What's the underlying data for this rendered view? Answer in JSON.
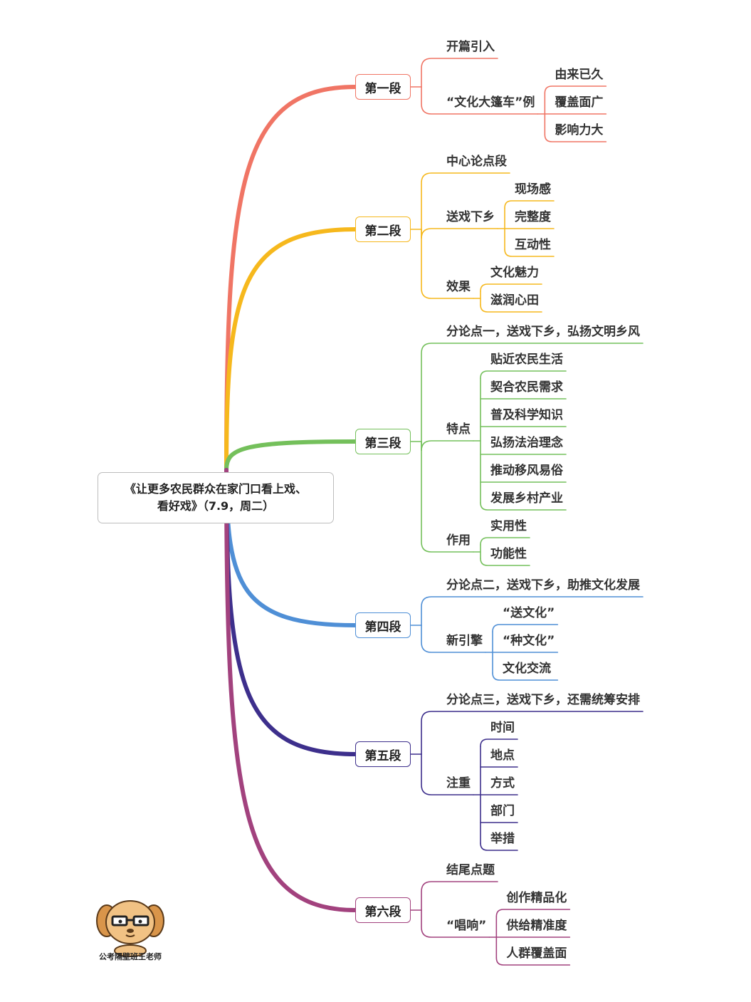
{
  "root": {
    "line1": "《让更多农民群众在家门口看上戏、",
    "line2": "看好戏》（7.9，周二）"
  },
  "author": "公考隔壁班王老师",
  "branches": [
    {
      "label": "第一段",
      "color": "#f07565",
      "children": [
        {
          "label": "开篇引入",
          "children": []
        },
        {
          "label": "“文化大篷车”例",
          "children": [
            "由来已久",
            "覆盖面广",
            "影响力大"
          ]
        }
      ]
    },
    {
      "label": "第二段",
      "color": "#f6b81d",
      "children": [
        {
          "label": "中心论点段",
          "children": []
        },
        {
          "label": "送戏下乡",
          "children": [
            "现场感",
            "完整度",
            "互动性"
          ]
        },
        {
          "label": "效果",
          "children": [
            "文化魅力",
            "滋润心田"
          ]
        }
      ]
    },
    {
      "label": "第三段",
      "color": "#74c05b",
      "children": [
        {
          "label": "分论点一，送戏下乡，弘扬文明乡风",
          "children": []
        },
        {
          "label": "特点",
          "children": [
            "贴近农民生活",
            "契合农民需求",
            "普及科学知识",
            "弘扬法治理念",
            "推动移风易俗",
            "发展乡村产业"
          ]
        },
        {
          "label": "作用",
          "children": [
            "实用性",
            "功能性"
          ]
        }
      ]
    },
    {
      "label": "第四段",
      "color": "#4f8fd6",
      "children": [
        {
          "label": "分论点二，送戏下乡，助推文化发展",
          "children": []
        },
        {
          "label": "新引擎",
          "children": [
            "“送文化”",
            "“种文化”",
            "文化交流"
          ]
        }
      ]
    },
    {
      "label": "第五段",
      "color": "#3d2f8c",
      "children": [
        {
          "label": "分论点三，送戏下乡，还需统筹安排",
          "children": []
        },
        {
          "label": "注重",
          "children": [
            "时间",
            "地点",
            "方式",
            "部门",
            "举措"
          ]
        }
      ]
    },
    {
      "label": "第六段",
      "color": "#a2427e",
      "children": [
        {
          "label": "结尾点题",
          "children": []
        },
        {
          "label": "“唱响”",
          "children": [
            "创作精品化",
            "供给精准度",
            "人群覆盖面"
          ]
        }
      ]
    }
  ]
}
